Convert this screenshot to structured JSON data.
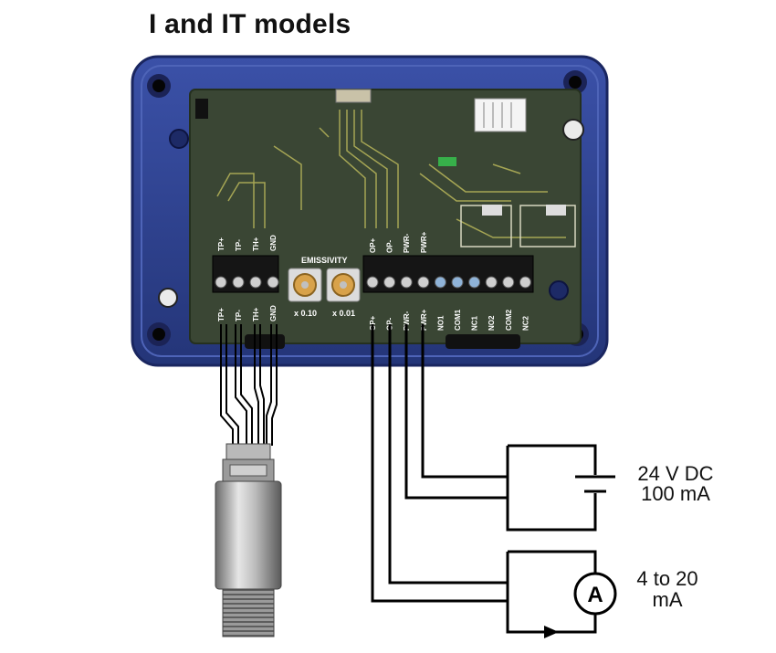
{
  "title": "I and IT models",
  "board": {
    "sensor_terminals_top": [
      "TP+",
      "TP-",
      "TH+",
      "GND"
    ],
    "sensor_terminals_bottom": [
      "TP+",
      "TP-",
      "TH+",
      "GND"
    ],
    "emissivity_label": "EMISSIVITY",
    "dial_labels": [
      "x 0.10",
      "x 0.01"
    ],
    "output_terminals_top": [
      "OP+",
      "OP-",
      "PWR-",
      "PWR+"
    ],
    "output_terminals_bottom": [
      "OP+",
      "OP-",
      "PWR-",
      "PWR+",
      "NO1",
      "COM1",
      "NC1",
      "NO2",
      "COM2",
      "NC2"
    ]
  },
  "power_supply": {
    "line1": "24 V DC",
    "line2": "100 mA"
  },
  "ammeter": {
    "symbol": "A",
    "line1": "4 to 20",
    "line2": "mA"
  },
  "colors": {
    "enclosure": "#2c3f8a",
    "pcb": "#3a4634",
    "wire": "#000000"
  }
}
